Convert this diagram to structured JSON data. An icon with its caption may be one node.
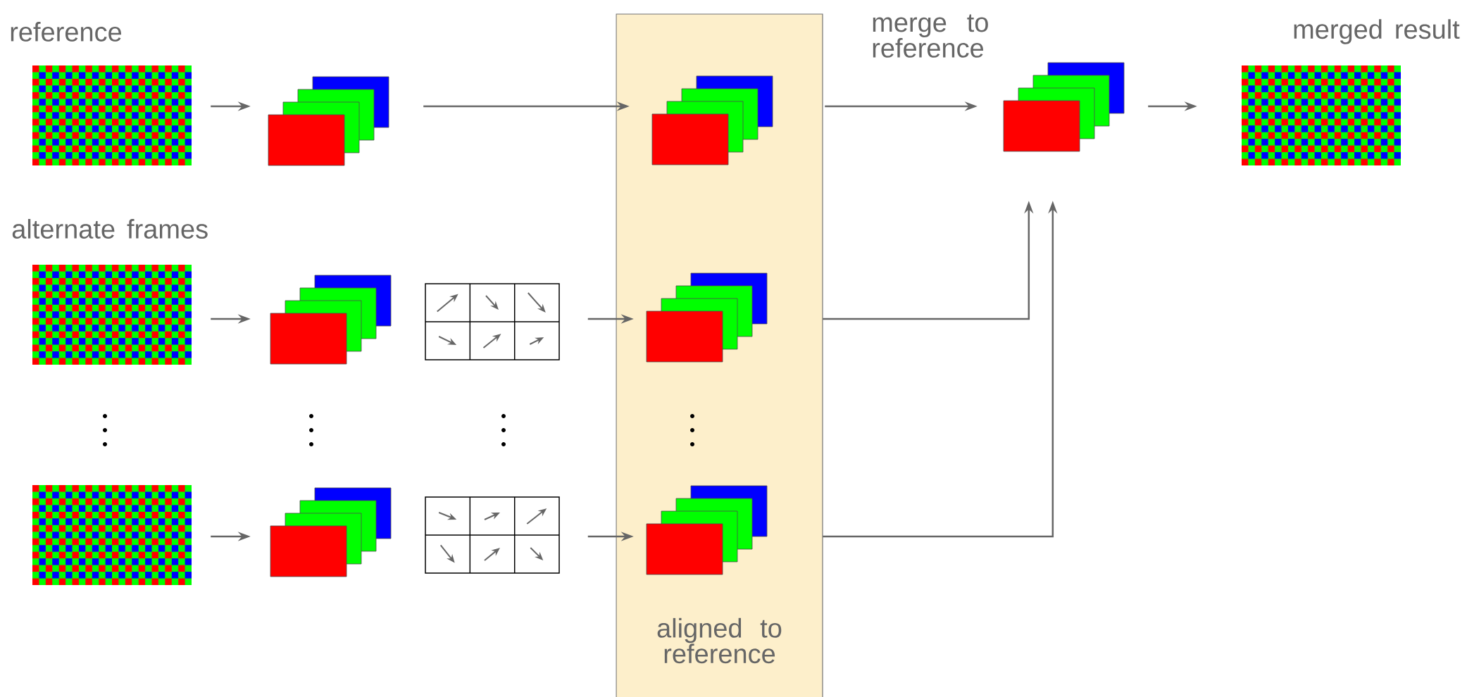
{
  "diagram": {
    "nodes": [
      {
        "text": [
          "reference"
        ]
      },
      {
        "text": [],
        "shape": "picture"
      },
      {
        "text": [
          "aligned to reference"
        ]
      },
      {
        "text": [],
        "shape": "picture",
        "in": 2
      },
      {
        "text": [],
        "shape": "picture"
      },
      {
        "text": [
          "merged result"
        ]
      },
      {
        "text": [],
        "shape": "picture"
      },
      {
        "text": [],
        "shape": "picture"
      },
      {
        "text": [],
        "shape": "picture"
      },
      {
        "text": [],
        "shape": "picture",
        "in": 2
      },
      {
        "text": [],
        "shape": "picture"
      },
      {
        "text": [],
        "shape": "picture"
      },
      {
        "text": [],
        "shape": "picture"
      },
      {
        "text": [],
        "shape": "picture",
        "in": 2
      }
    ],
    "edges": [
      {
        "from": 0,
        "to": 1,
        "arrow": "to"
      },
      {
        "from": 1,
        "to": 3,
        "arrow": "to"
      },
      {
        "from": 3,
        "to": 4,
        "arrow": "to",
        "label": "merge to reference"
      },
      {
        "from": 4,
        "to": 5,
        "arrow": "to"
      },
      {
        "from": 6,
        "to": 7,
        "arrow": "to"
      },
      {
        "from": 8,
        "to": 9,
        "arrow": "to"
      },
      {
        "from": 9,
        "to": 4,
        "arrow": "to"
      },
      {
        "from": 10,
        "to": 11,
        "arrow": "to"
      },
      {
        "from": 12,
        "to": 13,
        "arrow": "to"
      },
      {
        "from": 13,
        "to": 4,
        "arrow": "to"
      }
    ],
    "labels": [
      "alternate frames"
    ]
  }
}
